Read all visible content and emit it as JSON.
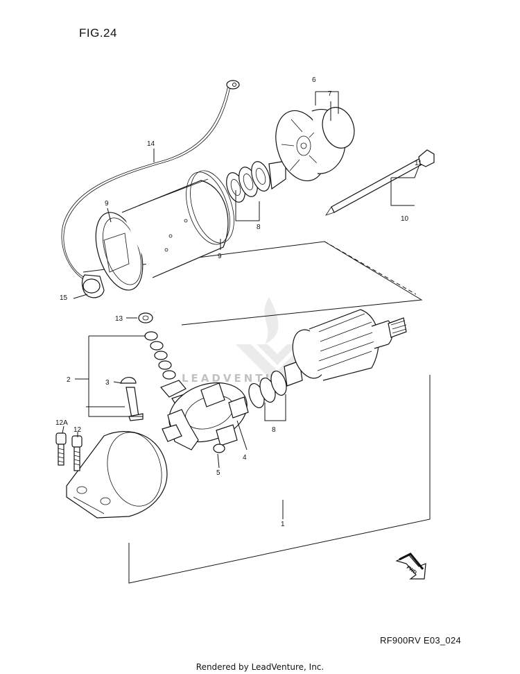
{
  "figure": {
    "title": "FIG.24",
    "drawing_code": "RF900RV E03_024",
    "footer": "Rendered by LeadVenture, Inc.",
    "watermark_text": "LEADVENTURE"
  },
  "callouts": {
    "c1": "1",
    "c2": "2",
    "c3": "3",
    "c4": "4",
    "c5": "5",
    "c6": "6",
    "c7": "7",
    "c8a": "8",
    "c8b": "8",
    "c9a": "9",
    "c9b": "9",
    "c10": "10",
    "c11": "11",
    "c12": "12",
    "c12a": "12A",
    "c13": "13",
    "c14": "14",
    "c15": "15"
  },
  "fwd_arrow": {
    "label": "FWD"
  }
}
